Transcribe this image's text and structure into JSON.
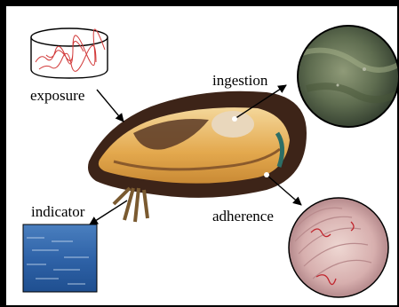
{
  "figure": {
    "labels": {
      "exposure": "exposure",
      "ingestion": "ingestion",
      "indicator": "indicator",
      "adherence": "adherence"
    },
    "colors": {
      "border": "#000000",
      "fiber": "#d23a3a",
      "mussel_shell": "#3d2418",
      "mussel_flesh": "#e7b45e",
      "microscope_green": "#6d7a5c",
      "microscope_pink": "#d9b7b6",
      "water_blue": "#2f63a8"
    },
    "icons": [
      "beaker-icon",
      "arrow-icon",
      "mussel-photo",
      "microscope-gut-image",
      "microscope-gill-image",
      "water-surface-image"
    ]
  }
}
